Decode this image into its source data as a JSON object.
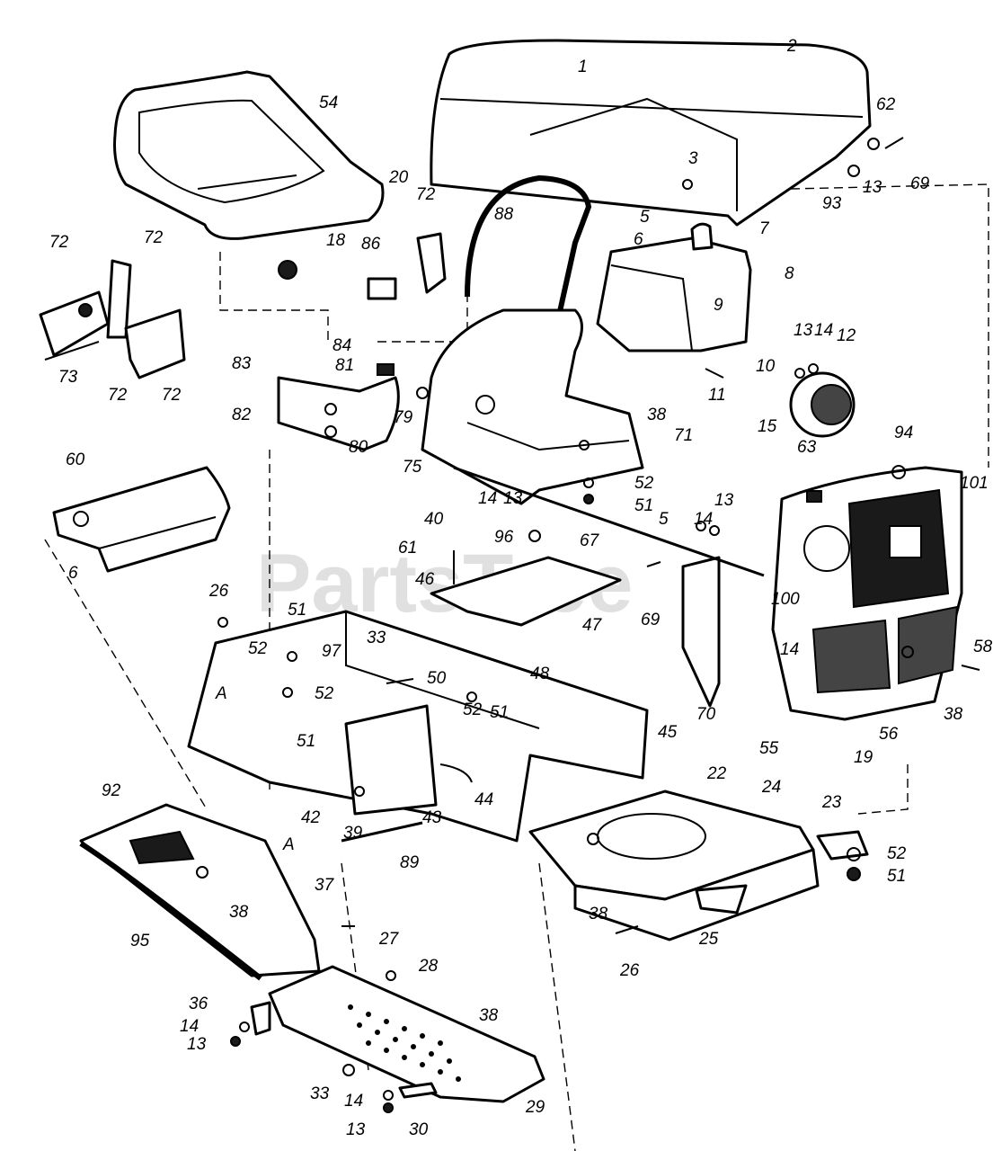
{
  "watermark": "PartsTree",
  "callouts": [
    "1",
    "2",
    "54",
    "62",
    "69",
    "13",
    "93",
    "3",
    "5",
    "6",
    "7",
    "8",
    "9",
    "20",
    "72",
    "88",
    "18",
    "86",
    "72",
    "72",
    "73",
    "72",
    "72",
    "84",
    "83",
    "81",
    "82",
    "80",
    "79",
    "75",
    "40",
    "14",
    "13",
    "38",
    "71",
    "52",
    "51",
    "10",
    "11",
    "13",
    "14",
    "12",
    "15",
    "63",
    "94",
    "101",
    "60",
    "6",
    "96",
    "61",
    "67",
    "5",
    "14",
    "13",
    "69",
    "100",
    "14",
    "46",
    "47",
    "48",
    "26",
    "51",
    "52",
    "97",
    "33",
    "50",
    "52",
    "51",
    "A",
    "52",
    "51",
    "45",
    "70",
    "58",
    "38",
    "56",
    "55",
    "19",
    "22",
    "24",
    "23",
    "52",
    "51",
    "92",
    "44",
    "43",
    "42",
    "39",
    "A",
    "89",
    "38",
    "26",
    "25",
    "37",
    "38",
    "27",
    "95",
    "28",
    "38",
    "36",
    "14",
    "13",
    "33",
    "29",
    "14",
    "13",
    "30"
  ]
}
